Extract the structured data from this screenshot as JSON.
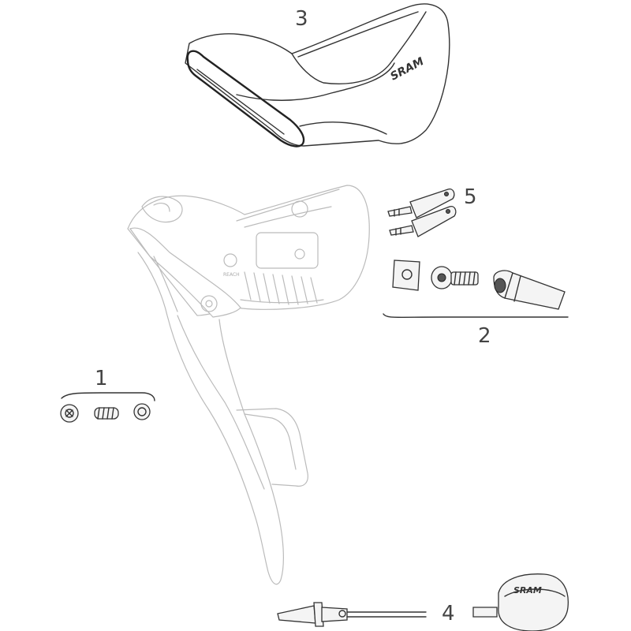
{
  "callouts": {
    "hood": "3",
    "clamp_kit": "2",
    "reach_kit": "1",
    "cable_parts": "4",
    "bleed_parts": "5"
  },
  "branding": {
    "hood_logo": "SRAM",
    "cap_logo": "SRAM",
    "reach_label": "REACH"
  },
  "colors": {
    "line": "#333333",
    "faint_line": "#bbbbbb",
    "background": "#ffffff"
  }
}
